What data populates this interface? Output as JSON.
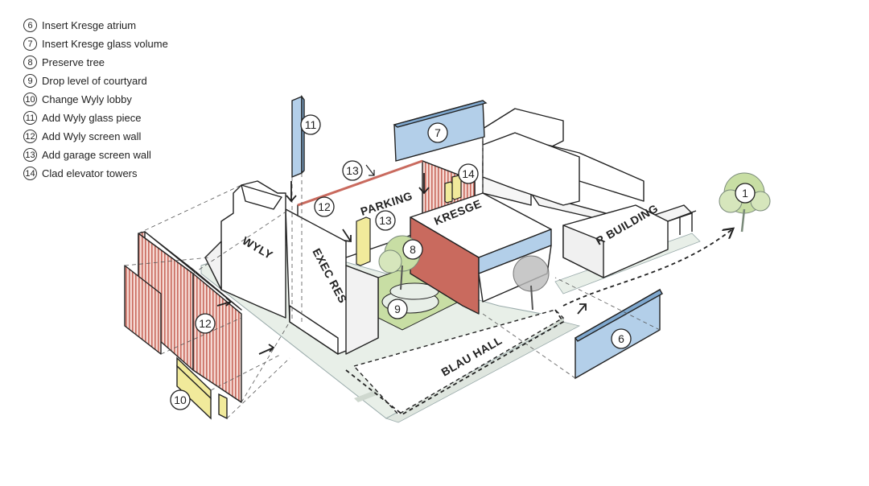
{
  "legend": [
    {
      "num": "6",
      "label": "Insert Kresge atrium"
    },
    {
      "num": "7",
      "label": "Insert Kresge glass volume"
    },
    {
      "num": "8",
      "label": "Preserve tree"
    },
    {
      "num": "9",
      "label": "Drop level of courtyard"
    },
    {
      "num": "10",
      "label": "Change Wyly lobby"
    },
    {
      "num": "11",
      "label": "Add Wyly glass piece"
    },
    {
      "num": "12",
      "label": "Add Wyly screen wall"
    },
    {
      "num": "13",
      "label": "Add garage screen wall"
    },
    {
      "num": "14",
      "label": "Clad elevator towers"
    }
  ],
  "buildings": {
    "wyly": "WYLY",
    "exec_res": "EXEC RES",
    "parking": "PARKING",
    "kresge": "KRESGE",
    "blau_hall": "BLAU HALL",
    "r_building": "R BUILDING"
  },
  "callouts": {
    "c1": "1",
    "c6": "6",
    "c7": "7",
    "c8": "8",
    "c9": "9",
    "c10": "10",
    "c11": "11",
    "c12a": "12",
    "c12b": "12",
    "c13a": "13",
    "c13b": "13",
    "c14": "14"
  },
  "colors": {
    "red": "#c96a5e",
    "blue": "#b3cfe9",
    "yellow": "#f1ea9b",
    "green": "#c8dea4",
    "ground": "#e8efe8",
    "line": "#222222"
  }
}
